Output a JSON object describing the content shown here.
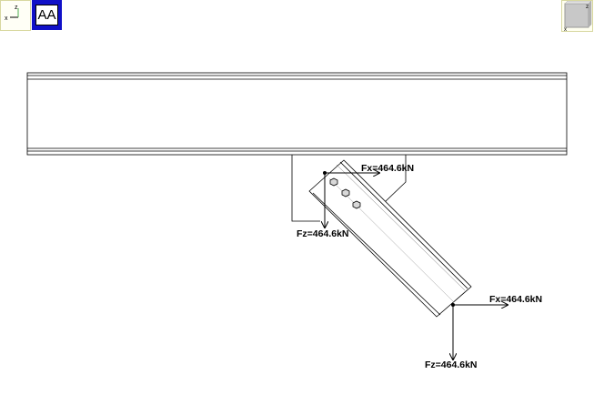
{
  "toolbar": {
    "aa_button_label": "AA"
  },
  "axes": {
    "x_label": "x",
    "z_label": "z",
    "cube_z_label": "z",
    "cube_x_label": "x"
  },
  "loads": [
    {
      "id": "load-1-fx",
      "label": "Fx=464.6kN"
    },
    {
      "id": "load-1-fz",
      "label": "Fz=464.6kN"
    },
    {
      "id": "load-2-fx",
      "label": "Fx=464.6kN"
    },
    {
      "id": "load-2-fz",
      "label": "Fz=464.6kN"
    }
  ],
  "colors": {
    "steel_outline": "#000000",
    "background": "#ffffff",
    "aa_button_bg": "#1010c8",
    "axis_x": "#000000",
    "axis_z": "#4caf50",
    "view_cube_face": "#c8c8c8"
  },
  "icons": {
    "axis_widget": "axis-triad-icon",
    "view_cube": "view-cube-icon"
  }
}
